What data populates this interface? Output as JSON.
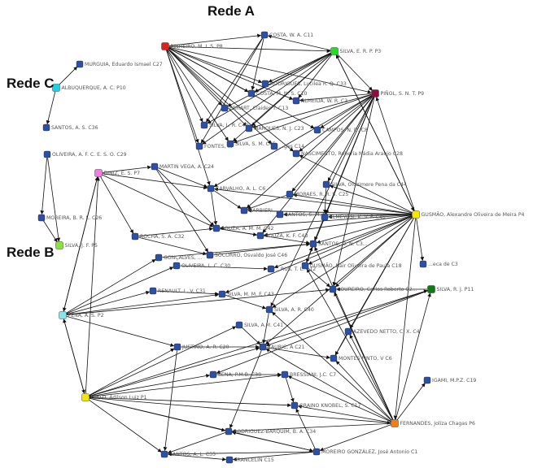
{
  "groups": [
    {
      "id": "A",
      "label": "Rede A"
    },
    {
      "id": "B",
      "label": "Rede B"
    },
    {
      "id": "C",
      "label": "Rede C"
    }
  ],
  "colors": {
    "default": "#2d4fa8",
    "red": "#e0201b",
    "green": "#22dd22",
    "purple": "#8a0f3e",
    "cyan": "#1ed0e6",
    "pink": "#f07fe0",
    "light_green": "#88e23a",
    "yellow": "#f5e800",
    "dark_green": "#0d7a12",
    "light_cyan": "#86e6ec",
    "orange": "#f07f18",
    "edge": "#111111"
  },
  "nodes": [
    {
      "id": "pinheiro",
      "label": "PINHEIRO, M. I. S. P8",
      "color": "red"
    },
    {
      "id": "costa_wa",
      "label": "COSTA, W. A. C11"
    },
    {
      "id": "silva_erp",
      "label": "SILVA, E. R. P. P3",
      "color": "green"
    },
    {
      "id": "pinol",
      "label": "PIÑOL, S. N. T. P9",
      "color": "purple"
    },
    {
      "id": "rodrigues",
      "label": "RODRIGUES, Lucilea R. Q. C33"
    },
    {
      "id": "costa_mn",
      "label": "COSTA, M. N. S. C10"
    },
    {
      "id": "almeida",
      "label": "ALMEIDA, W. R. C2"
    },
    {
      "id": "erhart",
      "label": "ERHART, Claides T. C13"
    },
    {
      "id": "silva_lr",
      "label": "SILVA, L. R. C40"
    },
    {
      "id": "marques",
      "label": "MARQUES, N. J. C23"
    },
    {
      "id": "campos",
      "label": "CAMPOS, N. D. C8"
    },
    {
      "id": "fontes",
      "label": "FONTES, ..."
    },
    {
      "id": "silva_sm",
      "label": "SILVA, S. M. C45"
    },
    {
      "id": "borges",
      "label": "...ges C14"
    },
    {
      "id": "nascimento",
      "label": "NASCIMENTO, Roberia Nádia Araujo C28"
    },
    {
      "id": "murguia",
      "label": "MURGUIA, Eduardo Ismael C27",
      "color": "default"
    },
    {
      "id": "albuquerque",
      "label": "ALBUQUERQUE, A. C. P10",
      "color": "cyan"
    },
    {
      "id": "santos_as",
      "label": "SANTOS, A. S. C36"
    },
    {
      "id": "oliveira_afc",
      "label": "OLIVEIRA, A. F. C. E. S. O. C29"
    },
    {
      "id": "diniz",
      "label": "DINIZ, E. S. P7",
      "color": "pink"
    },
    {
      "id": "martin",
      "label": "MARTIN VEGA, A. C24"
    },
    {
      "id": "carvalho",
      "label": "CARVALHO, A. L. C6"
    },
    {
      "id": "silva_oluzimere",
      "label": "SILVA, Oluzimere Pena da C44"
    },
    {
      "id": "moraes",
      "label": "MORAES, R. R. S. C25"
    },
    {
      "id": "moreira",
      "label": "MOREIRA, B. R. L. C26"
    },
    {
      "id": "silva_jf",
      "label": "SILVA, J. F. P5",
      "color": "light_green"
    },
    {
      "id": "barbieri",
      "label": "BARBIERI..."
    },
    {
      "id": "santos_smp",
      "label": "SANTOS, S. M. P..."
    },
    {
      "id": "elmeyosi",
      "label": "ELMEYOSI, K. V. F. C46"
    },
    {
      "id": "gusmao_alex",
      "label": "GUSMÃO, Alexandre Oliveira de Meira P4",
      "color": "yellow"
    },
    {
      "id": "rocha",
      "label": "ROCHA, S. A. C32"
    },
    {
      "id": "souza_amm",
      "label": "SOUZA, A. M. M. C42"
    },
    {
      "id": "souza_kf",
      "label": "SOUZA, K. F. C43"
    },
    {
      "id": "goncalves",
      "label": "GONÇALVES, ..."
    },
    {
      "id": "socorro",
      "label": "SOCORRO, Osvaldo José C46"
    },
    {
      "id": "santos_on",
      "label": "SANTOS, O. N. C3..."
    },
    {
      "id": "oliveira_lc",
      "label": "OLIVEIRA, L. C. C30"
    },
    {
      "id": "rubs",
      "label": "...RUS, T. L. C12"
    },
    {
      "id": "gusmao_nair",
      "label": "GUSMÃO, Nair Oliveira de Paula C18"
    },
    {
      "id": "fonseca",
      "label": "...eca de C3"
    },
    {
      "id": "silva_rj",
      "label": "SILVA, R. J. P11",
      "color": "dark_green"
    },
    {
      "id": "renault",
      "label": "RENAULT, L. V. C31"
    },
    {
      "id": "silva_mmf",
      "label": "SILVA, M. M. F. C43"
    },
    {
      "id": "loureiro",
      "label": "LOUREIRO, Carlos Roberto C2..."
    },
    {
      "id": "pena",
      "label": "PENA, A. S. P2",
      "color": "light_cyan"
    },
    {
      "id": "silva_ar",
      "label": "SILVA, A. R. C40"
    },
    {
      "id": "silva_am",
      "label": "SILVA, A.M. C41"
    },
    {
      "id": "azevedo",
      "label": "AZEVEDO NETTO, C. X. C4"
    },
    {
      "id": "justino",
      "label": "JUSTINO, A. R. C20"
    },
    {
      "id": "kauric",
      "label": "KAURIC, A C21"
    },
    {
      "id": "montes",
      "label": "MONTES PINTO, V C6"
    },
    {
      "id": "sena",
      "label": "SENA, P.M.B. C38"
    },
    {
      "id": "bressiani",
      "label": "BRESSIANI, J.C. C7"
    },
    {
      "id": "igami",
      "label": "IGAMI, M.P.Z. C19"
    },
    {
      "id": "pinto",
      "label": "PINTO, Adilson Luiz P1",
      "color": "yellow"
    },
    {
      "id": "graino",
      "label": "GRAINO KNOBEL, S. C17"
    },
    {
      "id": "fernandes",
      "label": "FERNANDES, Jolíza Chagas P6",
      "color": "orange"
    },
    {
      "id": "rodriguez_b",
      "label": "RODRIGUEZ-BARQUIM, B. A. C34"
    },
    {
      "id": "moreiro",
      "label": "MOREIRO GONZÁLEZ, José Antonio C1"
    },
    {
      "id": "santos_al",
      "label": "SANTOS, A. L. C35"
    },
    {
      "id": "francelin",
      "label": "FRANCELIN C15"
    }
  ],
  "edges": [
    [
      "pinheiro",
      "costa_wa"
    ],
    [
      "pinheiro",
      "silva_erp"
    ],
    [
      "pinheiro",
      "rodrigues"
    ],
    [
      "pinheiro",
      "costa_mn"
    ],
    [
      "pinheiro",
      "almeida"
    ],
    [
      "pinheiro",
      "erhart"
    ],
    [
      "pinheiro",
      "silva_lr"
    ],
    [
      "pinheiro",
      "marques"
    ],
    [
      "pinheiro",
      "fontes"
    ],
    [
      "pinheiro",
      "silva_sm"
    ],
    [
      "pinheiro",
      "borges"
    ],
    [
      "pinheiro",
      "pinol"
    ],
    [
      "pinheiro",
      "carvalho"
    ],
    [
      "pinheiro",
      "campos"
    ],
    [
      "pinheiro",
      "nascimento"
    ],
    [
      "silva_erp",
      "costa_wa"
    ],
    [
      "silva_erp",
      "rodrigues"
    ],
    [
      "silva_erp",
      "costa_mn"
    ],
    [
      "silva_erp",
      "almeida"
    ],
    [
      "silva_erp",
      "erhart"
    ],
    [
      "silva_erp",
      "silva_lr"
    ],
    [
      "silva_erp",
      "marques"
    ],
    [
      "silva_erp",
      "fontes"
    ],
    [
      "silva_erp",
      "silva_sm"
    ],
    [
      "silva_erp",
      "pinol"
    ],
    [
      "silva_erp",
      "gusmao_alex"
    ],
    [
      "pinol",
      "marques"
    ],
    [
      "pinol",
      "campos"
    ],
    [
      "pinol",
      "nascimento"
    ],
    [
      "pinol",
      "silva_oluzimere"
    ],
    [
      "pinol",
      "moraes"
    ],
    [
      "pinol",
      "elmeyosi"
    ],
    [
      "pinol",
      "santos_on"
    ],
    [
      "pinol",
      "souza_kf"
    ],
    [
      "pinol",
      "gusmao_nair"
    ],
    [
      "pinol",
      "loureiro"
    ],
    [
      "pinol",
      "silva_ar"
    ],
    [
      "pinol",
      "carvalho"
    ],
    [
      "pinol",
      "barbieri"
    ],
    [
      "pinol",
      "silva_sm"
    ],
    [
      "pinol",
      "almeida"
    ],
    [
      "costa_wa",
      "costa_mn"
    ],
    [
      "costa_wa",
      "silva_lr"
    ],
    [
      "costa_wa",
      "fontes"
    ],
    [
      "albuquerque",
      "murguia"
    ],
    [
      "albuquerque",
      "santos_as"
    ],
    [
      "oliveira_afc",
      "moreira"
    ],
    [
      "moreira",
      "silva_jf"
    ],
    [
      "oliveira_afc",
      "silva_jf"
    ],
    [
      "diniz",
      "martin"
    ],
    [
      "diniz",
      "carvalho"
    ],
    [
      "diniz",
      "rocha"
    ],
    [
      "diniz",
      "souza_amm"
    ],
    [
      "diniz",
      "pena"
    ],
    [
      "martin",
      "carvalho"
    ],
    [
      "martin",
      "souza_amm"
    ],
    [
      "martin",
      "socorro"
    ],
    [
      "gusmao_alex",
      "silva_erp"
    ],
    [
      "gusmao_alex",
      "pinol"
    ],
    [
      "gusmao_alex",
      "nascimento"
    ],
    [
      "gusmao_alex",
      "silva_oluzimere"
    ],
    [
      "gusmao_alex",
      "moraes"
    ],
    [
      "gusmao_alex",
      "barbieri"
    ],
    [
      "gusmao_alex",
      "santos_smp"
    ],
    [
      "gusmao_alex",
      "elmeyosi"
    ],
    [
      "gusmao_alex",
      "souza_kf"
    ],
    [
      "gusmao_alex",
      "souza_amm"
    ],
    [
      "gusmao_alex",
      "santos_on"
    ],
    [
      "gusmao_alex",
      "rubs"
    ],
    [
      "gusmao_alex",
      "gusmao_nair"
    ],
    [
      "gusmao_alex",
      "loureiro"
    ],
    [
      "gusmao_alex",
      "silva_ar"
    ],
    [
      "gusmao_alex",
      "azevedo"
    ],
    [
      "gusmao_alex",
      "kauric"
    ],
    [
      "gusmao_alex",
      "fernandes"
    ],
    [
      "gusmao_alex",
      "carvalho"
    ],
    [
      "gusmao_alex",
      "silva_mmf"
    ],
    [
      "gusmao_alex",
      "montes"
    ],
    [
      "gusmao_alex",
      "fonseca"
    ],
    [
      "pena",
      "diniz"
    ],
    [
      "pena",
      "goncalves"
    ],
    [
      "pena",
      "renault"
    ],
    [
      "pena",
      "silva_mmf"
    ],
    [
      "pena",
      "justino"
    ],
    [
      "pena",
      "pinto"
    ],
    [
      "pena",
      "oliveira_lc"
    ],
    [
      "pena",
      "loureiro"
    ],
    [
      "pinto",
      "justino"
    ],
    [
      "pinto",
      "kauric"
    ],
    [
      "pinto",
      "sena"
    ],
    [
      "pinto",
      "bressiani"
    ],
    [
      "pinto",
      "rodriguez_b"
    ],
    [
      "pinto",
      "moreiro"
    ],
    [
      "pinto",
      "santos_al"
    ],
    [
      "pinto",
      "silva_am"
    ],
    [
      "pinto",
      "silva_rj"
    ],
    [
      "pinto",
      "graino"
    ],
    [
      "pinto",
      "fernandes"
    ],
    [
      "pinto",
      "diniz"
    ],
    [
      "pinto",
      "pena"
    ],
    [
      "fernandes",
      "azevedo"
    ],
    [
      "fernandes",
      "montes"
    ],
    [
      "fernandes",
      "kauric"
    ],
    [
      "fernandes",
      "loureiro"
    ],
    [
      "fernandes",
      "silva_ar"
    ],
    [
      "fernandes",
      "graino"
    ],
    [
      "fernandes",
      "rodriguez_b"
    ],
    [
      "fernandes",
      "moreiro"
    ],
    [
      "fernandes",
      "bressiani"
    ],
    [
      "fernandes",
      "igami"
    ],
    [
      "fernandes",
      "gusmao_nair"
    ],
    [
      "fernandes",
      "silva_rj"
    ],
    [
      "fernandes",
      "santos_on"
    ],
    [
      "moreiro",
      "rodriguez_b"
    ],
    [
      "moreiro",
      "graino"
    ],
    [
      "moreiro",
      "francelin"
    ],
    [
      "moreiro",
      "santos_al"
    ],
    [
      "silva_rj",
      "loureiro"
    ],
    [
      "silva_rj",
      "sena"
    ],
    [
      "silva_rj",
      "kauric"
    ],
    [
      "rocha",
      "socorro"
    ],
    [
      "rocha",
      "souza_amm"
    ],
    [
      "souza_amm",
      "souza_kf"
    ],
    [
      "souza_amm",
      "santos_on"
    ],
    [
      "socorro",
      "santos_on"
    ],
    [
      "goncalves",
      "santos_on"
    ],
    [
      "oliveira_lc",
      "rubs"
    ],
    [
      "renault",
      "silva_mmf"
    ],
    [
      "silva_mmf",
      "silva_ar"
    ],
    [
      "silva_ar",
      "kauric"
    ],
    [
      "justino",
      "kauric"
    ],
    [
      "justino",
      "santos_al"
    ],
    [
      "sena",
      "bressiani"
    ],
    [
      "bressiani",
      "graino"
    ],
    [
      "kauric",
      "rodriguez_b"
    ],
    [
      "kauric",
      "montes"
    ],
    [
      "silva_am",
      "kauric"
    ],
    [
      "gusmao_nair",
      "loureiro"
    ],
    [
      "gusmao_nair",
      "santos_on"
    ],
    [
      "azevedo",
      "montes"
    ],
    [
      "santos_al",
      "francelin"
    ],
    [
      "rodriguez_b",
      "santos_al"
    ],
    [
      "carvalho",
      "souza_amm"
    ],
    [
      "carvalho",
      "barbieri"
    ],
    [
      "moraes",
      "barbieri"
    ],
    [
      "silva_oluzimere",
      "elmeyosi"
    ]
  ]
}
